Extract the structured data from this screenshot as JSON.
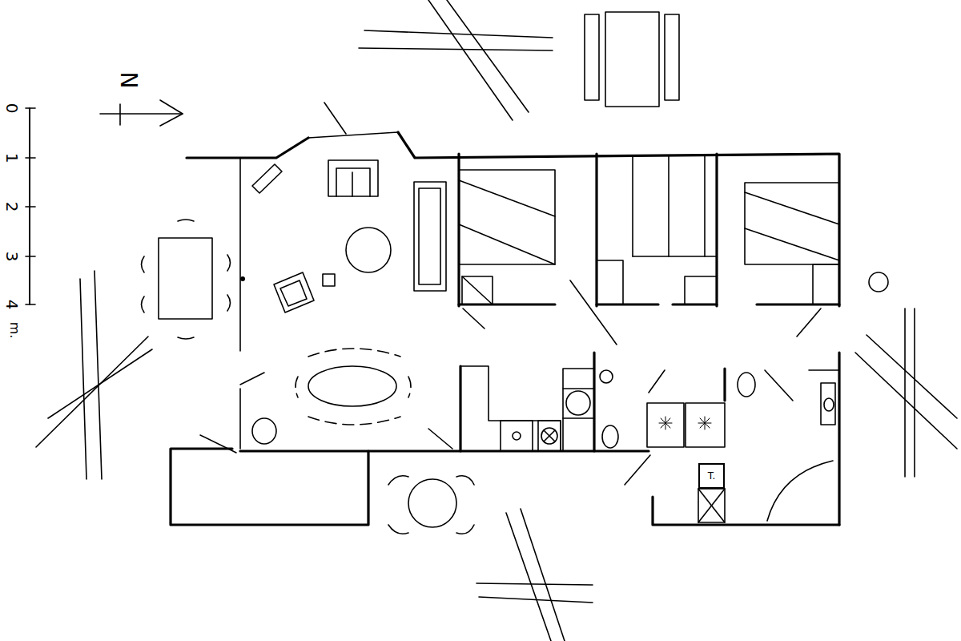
{
  "diagram": {
    "nodes": [
      {
        "text": [
          "T."
        ]
      }
    ],
    "labels": [
      "N",
      "0",
      "1",
      "2",
      "3",
      "4",
      "m."
    ]
  }
}
